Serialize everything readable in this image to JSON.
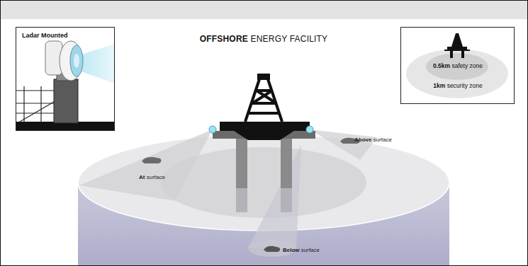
{
  "diagram": {
    "title": "OFFSHORE ENERGY FACILITY",
    "nodes": [
      {
        "text": [
          "Ladar Mounted"
        ]
      },
      {
        "text": [
          "0.5km safety zone",
          "1km security zone"
        ]
      }
    ],
    "labels": [
      "At surface",
      "Above surface",
      "Below surface"
    ]
  }
}
